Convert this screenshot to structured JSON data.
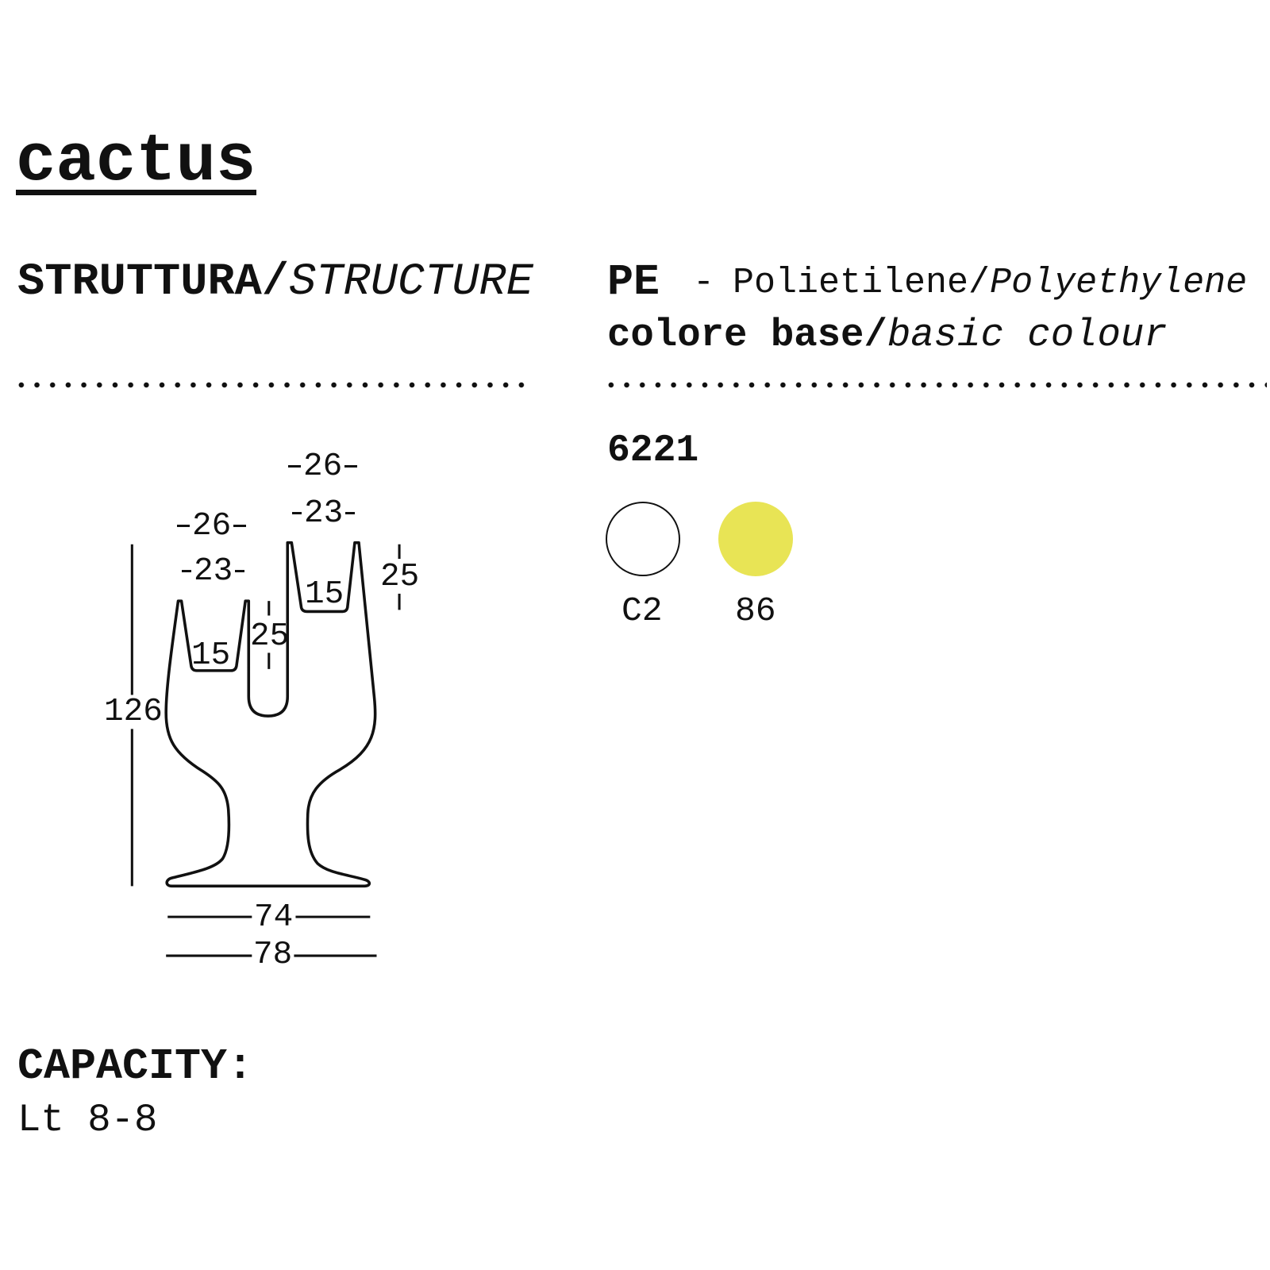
{
  "title": "cactus",
  "structure": {
    "label_it": "STRUTTURA/",
    "label_en": "STRUCTURE"
  },
  "material": {
    "code": "PE",
    "separator": "-",
    "name_it": "Polietilene/",
    "name_en": "Polyethylene"
  },
  "colour": {
    "label_it": "colore base/",
    "label_en": "basic colour"
  },
  "model_code": "6221",
  "swatches": [
    {
      "code": "C2",
      "color": "#ffffff"
    },
    {
      "code": "86",
      "color": "#e8e455"
    }
  ],
  "dimensions": {
    "height": "126",
    "left_top_outer": "26",
    "left_top_inner": "23",
    "left_bottom": "15",
    "left_depth": "25",
    "right_top_outer": "26",
    "right_top_inner": "23",
    "right_bottom": "15",
    "right_depth": "25",
    "base_inner": "74",
    "base_outer": "78"
  },
  "capacity": {
    "label": "CAPACITY:",
    "value": "Lt 8-8"
  }
}
